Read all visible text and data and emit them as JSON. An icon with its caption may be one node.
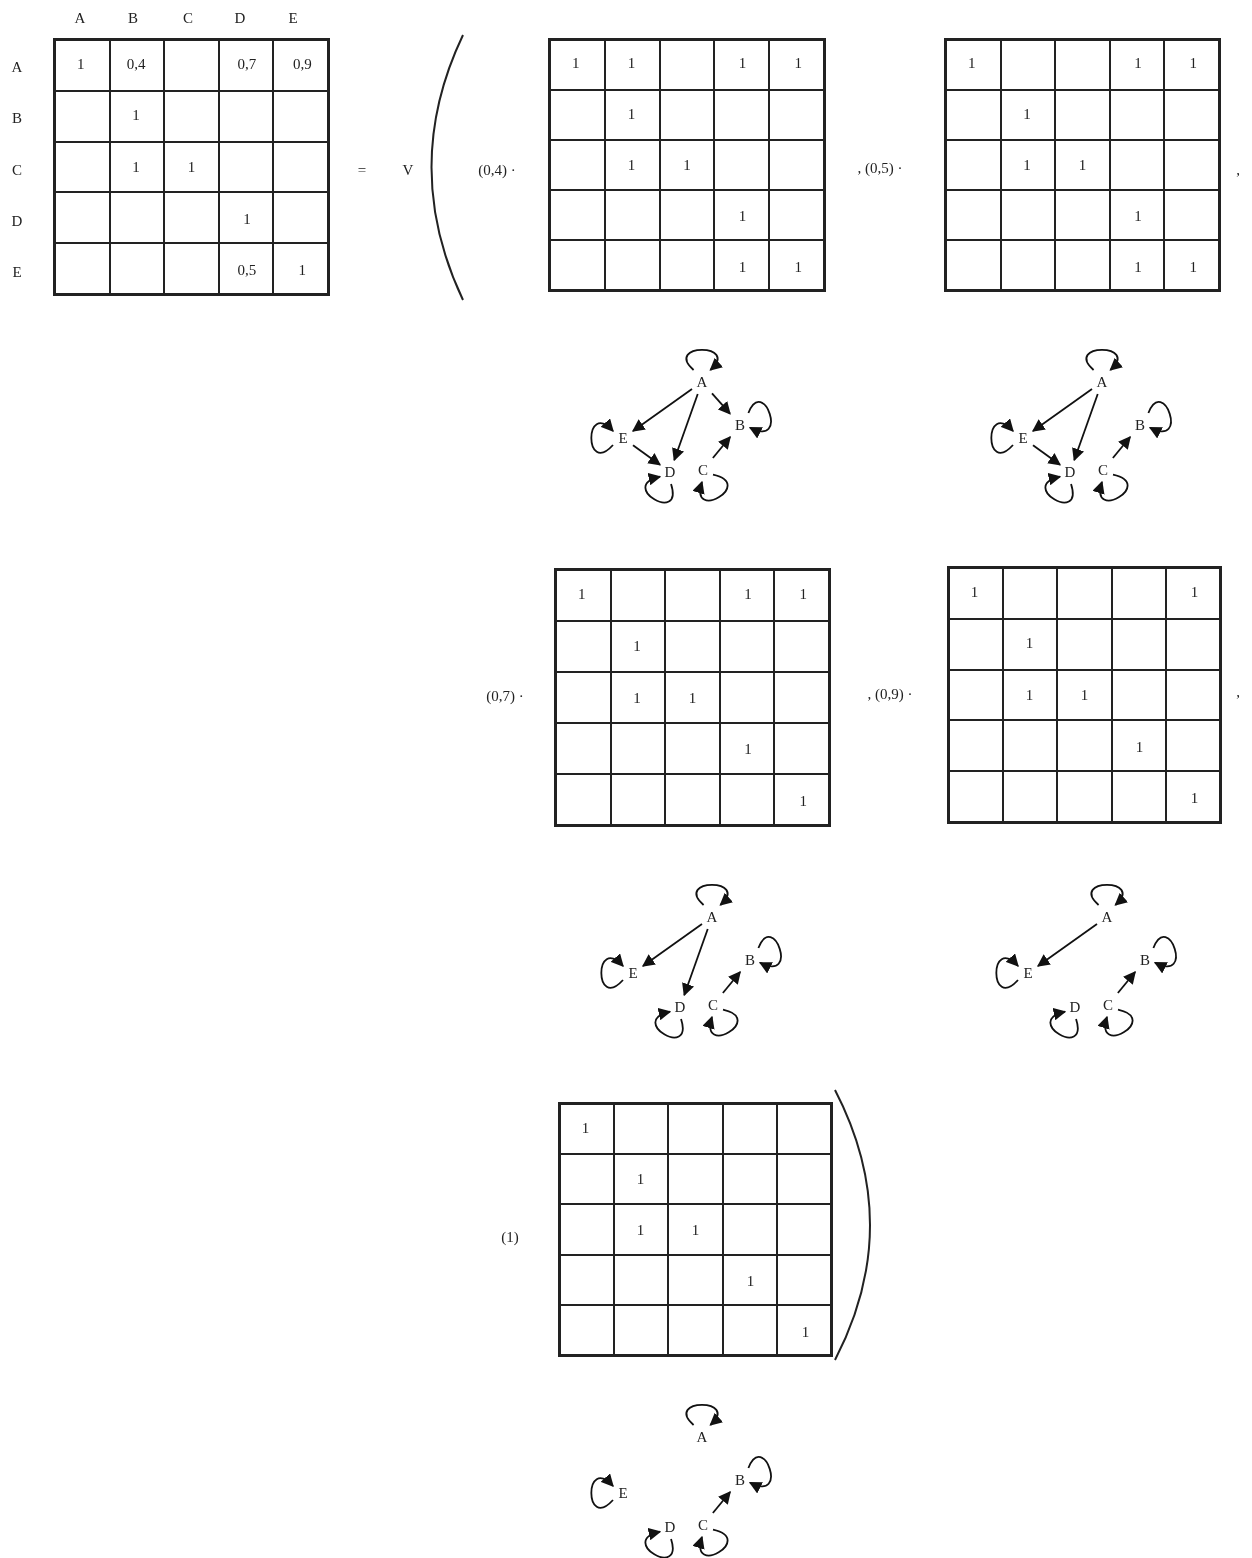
{
  "diagram": {
    "nodes": [
      {
        "text": [
          "A"
        ]
      },
      {
        "text": [
          "B"
        ]
      },
      {
        "text": [
          "C"
        ]
      },
      {
        "text": [
          "D"
        ]
      },
      {
        "text": [
          "E"
        ]
      },
      {
        "text": [
          "A"
        ]
      },
      {
        "text": [
          "B"
        ]
      },
      {
        "text": [
          "C"
        ]
      },
      {
        "text": [
          "D"
        ]
      },
      {
        "text": [
          "E"
        ]
      },
      {
        "text": [
          "A"
        ]
      },
      {
        "text": [
          "B"
        ]
      },
      {
        "text": [
          "C"
        ]
      },
      {
        "text": [
          "D"
        ]
      },
      {
        "text": [
          "E"
        ]
      },
      {
        "text": [
          "A"
        ]
      },
      {
        "text": [
          "B"
        ]
      },
      {
        "text": [
          "C"
        ]
      },
      {
        "text": [
          "D"
        ]
      },
      {
        "text": [
          "E"
        ]
      },
      {
        "text": [
          "A"
        ]
      },
      {
        "text": [
          "B"
        ]
      },
      {
        "text": [
          "C"
        ]
      },
      {
        "text": [
          "D"
        ]
      },
      {
        "text": [
          "E"
        ]
      }
    ],
    "edges": [
      {
        "from": 0,
        "to": 0,
        "arrow": "to"
      },
      {
        "from": 1,
        "to": 1,
        "arrow": "to"
      },
      {
        "from": 2,
        "to": 2,
        "arrow": "to"
      },
      {
        "from": 3,
        "to": 3,
        "arrow": "to"
      },
      {
        "from": 4,
        "to": 4,
        "arrow": "to"
      },
      {
        "from": 0,
        "to": 1,
        "arrow": "to"
      },
      {
        "from": 0,
        "to": 3,
        "arrow": "to"
      },
      {
        "from": 0,
        "to": 4,
        "arrow": "to"
      },
      {
        "from": 2,
        "to": 1,
        "arrow": "to"
      },
      {
        "from": 4,
        "to": 3,
        "arrow": "to"
      },
      {
        "from": 5,
        "to": 5,
        "arrow": "to"
      },
      {
        "from": 6,
        "to": 6,
        "arrow": "to"
      },
      {
        "from": 7,
        "to": 7,
        "arrow": "to"
      },
      {
        "from": 8,
        "to": 8,
        "arrow": "to"
      },
      {
        "from": 9,
        "to": 9,
        "arrow": "to"
      },
      {
        "from": 5,
        "to": 8,
        "arrow": "to"
      },
      {
        "from": 5,
        "to": 9,
        "arrow": "to"
      },
      {
        "from": 7,
        "to": 6,
        "arrow": "to"
      },
      {
        "from": 9,
        "to": 8,
        "arrow": "to"
      },
      {
        "from": 10,
        "to": 10,
        "arrow": "to"
      },
      {
        "from": 11,
        "to": 11,
        "arrow": "to"
      },
      {
        "from": 12,
        "to": 12,
        "arrow": "to"
      },
      {
        "from": 13,
        "to": 13,
        "arrow": "to"
      },
      {
        "from": 14,
        "to": 14,
        "arrow": "to"
      },
      {
        "from": 10,
        "to": 13,
        "arrow": "to"
      },
      {
        "from": 10,
        "to": 14,
        "arrow": "to"
      },
      {
        "from": 12,
        "to": 11,
        "arrow": "to"
      },
      {
        "from": 15,
        "to": 15,
        "arrow": "to"
      },
      {
        "from": 16,
        "to": 16,
        "arrow": "to"
      },
      {
        "from": 17,
        "to": 17,
        "arrow": "to"
      },
      {
        "from": 18,
        "to": 18,
        "arrow": "to"
      },
      {
        "from": 19,
        "to": 19,
        "arrow": "to"
      },
      {
        "from": 15,
        "to": 19,
        "arrow": "to"
      },
      {
        "from": 17,
        "to": 16,
        "arrow": "to"
      },
      {
        "from": 20,
        "to": 20,
        "arrow": "to"
      },
      {
        "from": 21,
        "to": 21,
        "arrow": "to"
      },
      {
        "from": 22,
        "to": 22,
        "arrow": "to"
      },
      {
        "from": 23,
        "to": 23,
        "arrow": "to"
      },
      {
        "from": 24,
        "to": 24,
        "arrow": "to"
      },
      {
        "from": 22,
        "to": 21,
        "arrow": "to"
      }
    ],
    "labels": [
      "A",
      "B",
      "C",
      "D",
      "E",
      "A",
      "B",
      "C",
      "D",
      "E",
      "1",
      "0,4",
      "0,7",
      "0,9",
      "1",
      "1",
      "1",
      "1",
      "0,5",
      "1",
      "=",
      "V",
      "(0,4) ·",
      "1",
      "1",
      "1",
      "1",
      "1",
      "1",
      "1",
      "1",
      "1",
      "1",
      ", (0,5) ·",
      "1",
      "1",
      "1",
      "1",
      "1",
      "1",
      "1",
      "1",
      "1",
      ",",
      "(0,7) ·",
      "1",
      "1",
      "1",
      "1",
      "1",
      "1",
      "1",
      "1",
      ", (0,9) ·",
      "1",
      "1",
      "1",
      "1",
      "1",
      "1",
      "1",
      ",",
      "(1)",
      "1",
      "1",
      "1",
      "1",
      "1",
      "1"
    ]
  }
}
